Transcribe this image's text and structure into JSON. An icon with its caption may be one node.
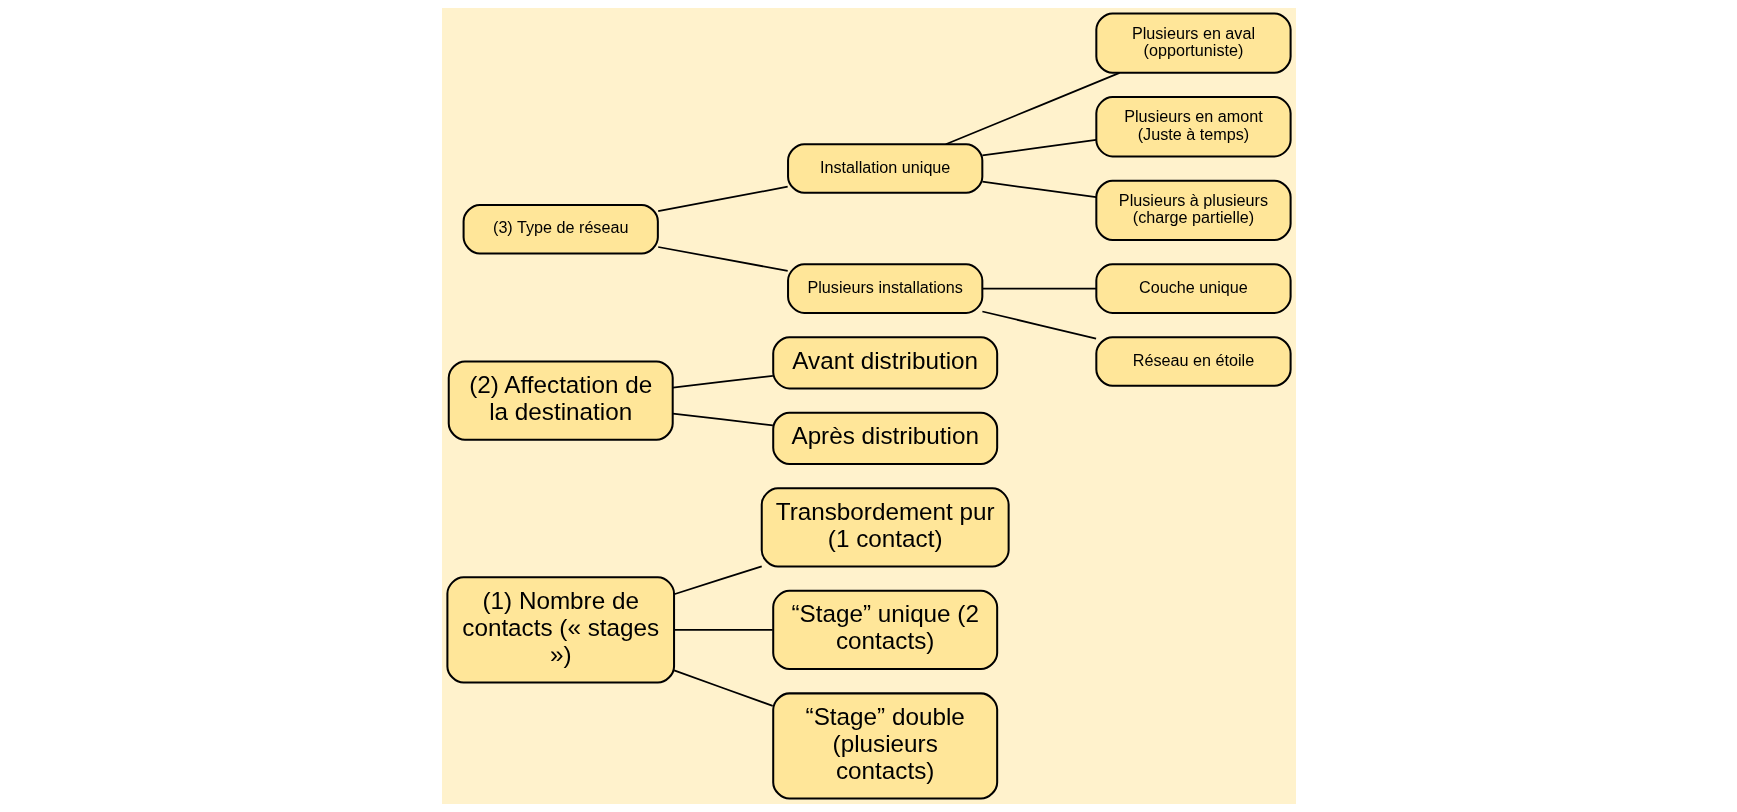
{
  "diagram": {
    "nodes": [
      {
        "text": [
          "(1) Nombre de contacts (« stages »)"
        ]
      },
      {
        "text": [
          "Transbordement pur (1 contact)"
        ]
      },
      {
        "text": [
          "“Stage” unique (2 contacts)"
        ]
      },
      {
        "text": [
          "“Stage” double (plusieurs contacts)"
        ]
      },
      {
        "text": [
          "(2) Affectation de la destination"
        ]
      },
      {
        "text": [
          "Avant distribution"
        ]
      },
      {
        "text": [
          "Après distribution"
        ]
      },
      {
        "text": [
          "(3) Type de réseau"
        ]
      },
      {
        "text": [
          "Installation unique"
        ]
      },
      {
        "text": [
          "Plusieurs installations"
        ]
      },
      {
        "text": [
          "Plusieurs en aval (opportuniste)"
        ]
      },
      {
        "text": [
          "Plusieurs en amont (Juste à temps)"
        ]
      },
      {
        "text": [
          "Plusieurs à plusieurs (charge partielle)"
        ]
      },
      {
        "text": [
          "Couche unique"
        ]
      },
      {
        "text": [
          "Réseau en étoile"
        ]
      }
    ],
    "edges": [
      {
        "from": 0,
        "to": 1,
        "arrow": "none"
      },
      {
        "from": 0,
        "to": 2,
        "arrow": "none"
      },
      {
        "from": 0,
        "to": 3,
        "arrow": "none"
      },
      {
        "from": 4,
        "to": 5,
        "arrow": "none"
      },
      {
        "from": 4,
        "to": 6,
        "arrow": "none"
      },
      {
        "from": 7,
        "to": 8,
        "arrow": "none"
      },
      {
        "from": 7,
        "to": 9,
        "arrow": "none"
      },
      {
        "from": 8,
        "to": 10,
        "arrow": "none"
      },
      {
        "from": 8,
        "to": 11,
        "arrow": "none"
      },
      {
        "from": 8,
        "to": 12,
        "arrow": "none"
      },
      {
        "from": 9,
        "to": 13,
        "arrow": "none"
      },
      {
        "from": 9,
        "to": 14,
        "arrow": "none"
      }
    ]
  }
}
